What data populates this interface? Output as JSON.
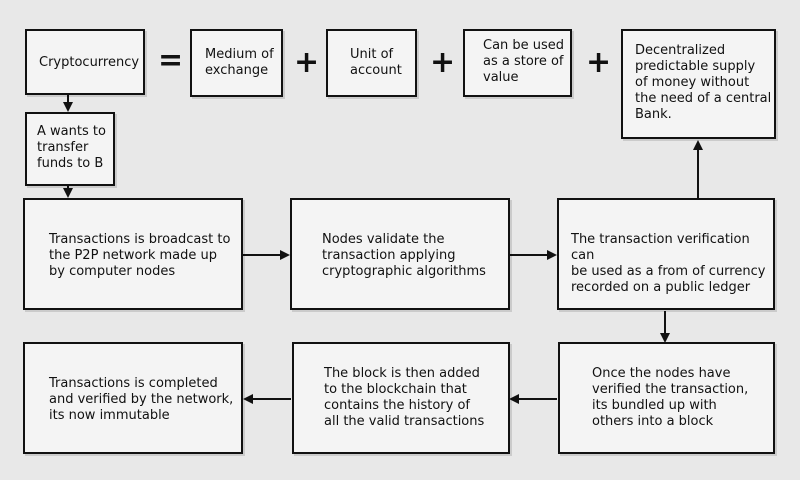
{
  "top_row": {
    "cryptocurrency": "Cryptocurrency",
    "equals": "=",
    "medium": "Medium of\nexchange",
    "plus1": "+",
    "unit": "Unit of\naccount",
    "plus2": "+",
    "store": "Can be used\nas a store of\nvalue",
    "plus3": "+",
    "decentralized": "Decentralized\npredictable supply\nof money without\nthe need of a central\nBank."
  },
  "flow": {
    "a_to_b": "A wants to\ntransfer\nfunds to B",
    "broadcast": "Transactions is broadcast to\nthe P2P network made up\nby computer nodes",
    "validate": "Nodes validate the\ntransaction applying\ncryptographic algorithms",
    "verification": "The transaction verification can\nbe used as a from of currency\nrecorded on a public ledger",
    "bundled": "Once the nodes have\nverified the transaction,\nits bundled up with\nothers into a block",
    "added": "The block is then added\nto the blockchain that\ncontains the history of\nall the valid transactions",
    "completed": "Transactions is completed\nand verified by the network,\nits now immutable"
  }
}
